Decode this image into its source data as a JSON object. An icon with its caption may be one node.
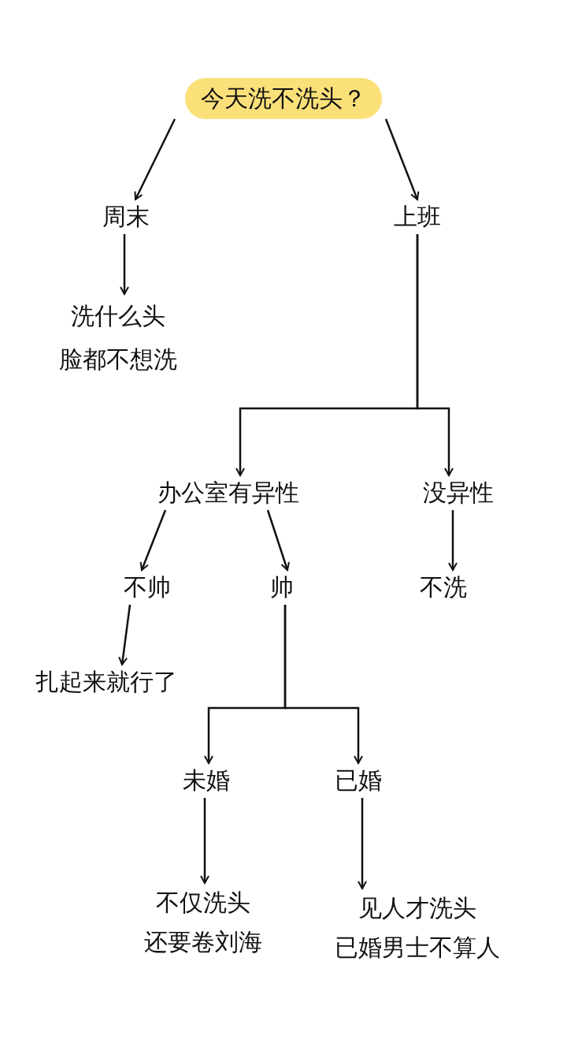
{
  "diagram": {
    "nodes": [
      {
        "text": [
          "今天洗不洗头？"
        ]
      },
      {
        "text": [
          "周末"
        ]
      },
      {
        "text": [
          "上班"
        ]
      },
      {
        "text": [
          "洗什么头",
          "脸都不想洗"
        ]
      },
      {
        "text": [
          "办公室有异性"
        ]
      },
      {
        "text": [
          "没异性"
        ]
      },
      {
        "text": [
          "不帅"
        ]
      },
      {
        "text": [
          "帅"
        ]
      },
      {
        "text": [
          "不洗"
        ]
      },
      {
        "text": [
          "扎起来就行了"
        ]
      },
      {
        "text": [
          "未婚"
        ]
      },
      {
        "text": [
          "已婚"
        ]
      },
      {
        "text": [
          "不仅洗头",
          "还要卷刘海"
        ]
      },
      {
        "text": [
          "见人才洗头",
          "已婚男士不算人"
        ]
      }
    ],
    "edges": [
      {
        "from": 0,
        "to": 1,
        "arrow": "to"
      },
      {
        "from": 0,
        "to": 2,
        "arrow": "to"
      },
      {
        "from": 1,
        "to": 3,
        "arrow": "to"
      },
      {
        "from": 2,
        "to": 4,
        "arrow": "to"
      },
      {
        "from": 2,
        "to": 5,
        "arrow": "to"
      },
      {
        "from": 4,
        "to": 6,
        "arrow": "to"
      },
      {
        "from": 4,
        "to": 7,
        "arrow": "to"
      },
      {
        "from": 5,
        "to": 8,
        "arrow": "to"
      },
      {
        "from": 6,
        "to": 9,
        "arrow": "to"
      },
      {
        "from": 7,
        "to": 10,
        "arrow": "to"
      },
      {
        "from": 7,
        "to": 11,
        "arrow": "to"
      },
      {
        "from": 10,
        "to": 12,
        "arrow": "to"
      },
      {
        "from": 11,
        "to": 13,
        "arrow": "to"
      }
    ]
  }
}
